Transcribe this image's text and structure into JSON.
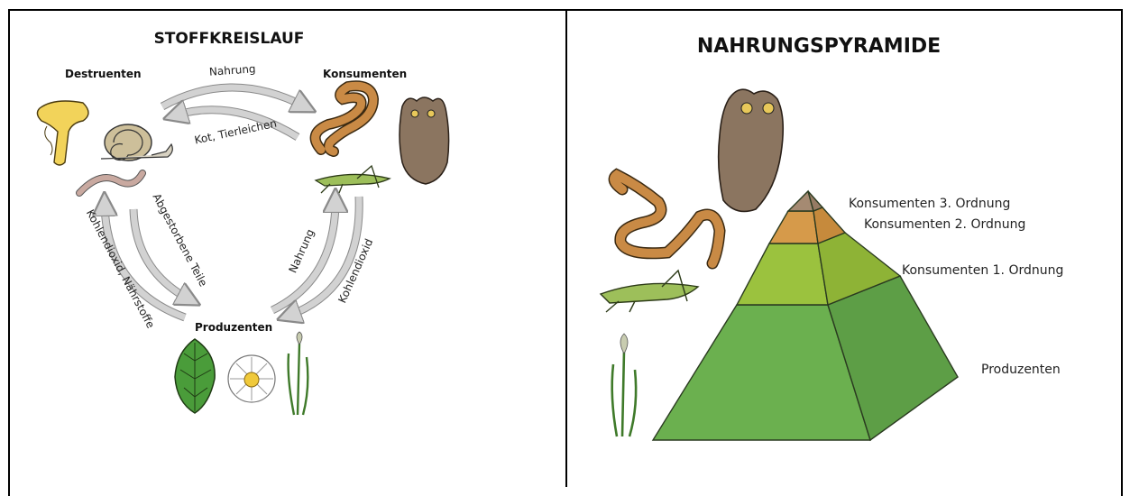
{
  "left_panel": {
    "title": "STOFFKREISLAUF",
    "groups": {
      "destruenten": "Destruenten",
      "konsumenten": "Konsumenten",
      "produzenten": "Produzenten"
    },
    "arrows": {
      "nahrung_top": "Nahrung",
      "kot": "Kot, Tierleichen",
      "abgestorbene": "Abgestorbene Teile",
      "kohlendioxid_naehrstoffe": "Kohlendioxid, Nährstoffe",
      "nahrung_right": "Nahrung",
      "kohlendioxid_right": "Kohlendioxid"
    }
  },
  "right_panel": {
    "title": "NAHRUNGSPYRAMIDE",
    "levels": [
      {
        "label": "Konsumenten 3. Ordnung",
        "color": "#a58a72"
      },
      {
        "label": "Konsumenten 2. Ordnung",
        "color": "#d69a4a"
      },
      {
        "label": "Konsumenten 1. Ordnung",
        "color": "#9bc23e"
      },
      {
        "label": "Produzenten",
        "color": "#6bb04f"
      }
    ]
  },
  "colors": {
    "arrow_fill": "#d2d2d2",
    "arrow_stroke": "#8a8a8a",
    "border": "#000000"
  }
}
